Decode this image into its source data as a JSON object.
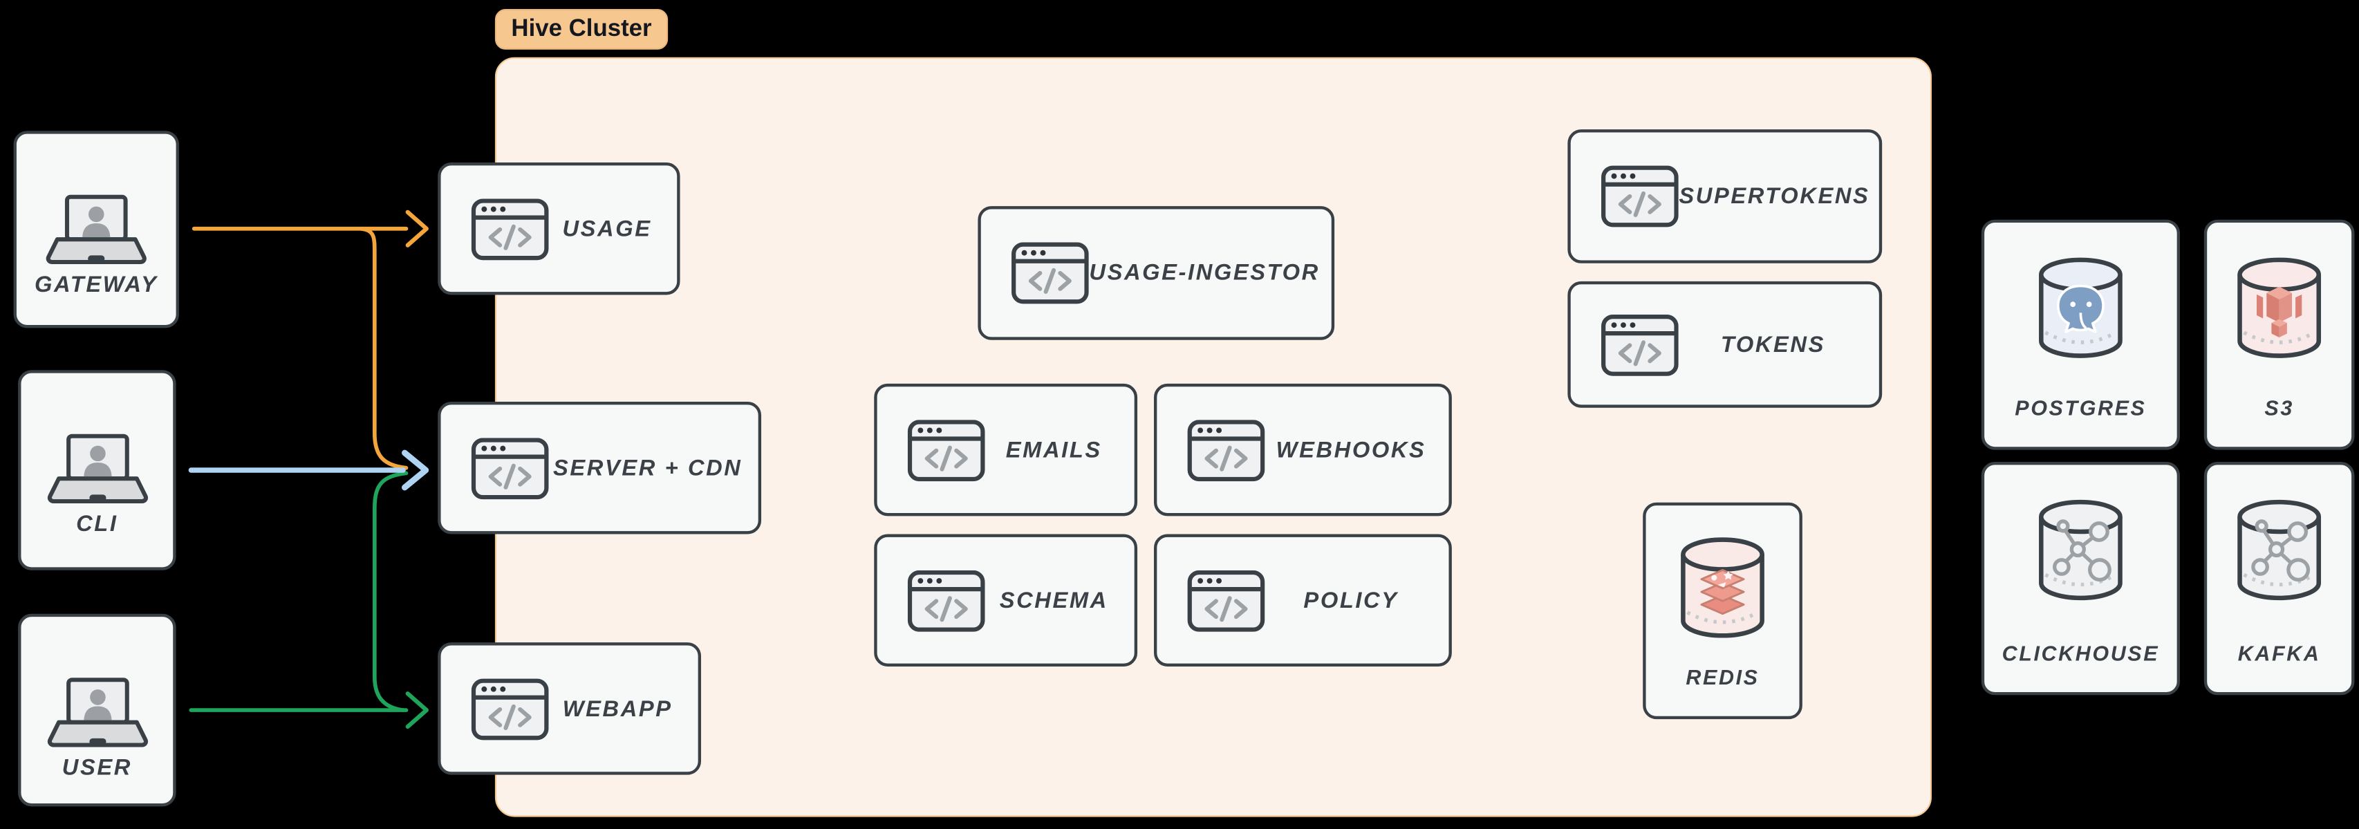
{
  "cluster": {
    "title": "Hive Cluster",
    "services": {
      "usage": "USAGE",
      "server_cdn": "SERVER + CDN",
      "webapp": "WEBAPP",
      "usage_ingestor": "USAGE-INGESTOR",
      "emails": "EMAILS",
      "webhooks": "WEBHOOKS",
      "schema": "SCHEMA",
      "policy": "POLICY",
      "supertokens": "SUPERTOKENS",
      "tokens": "TOKENS",
      "redis": "REDIS"
    }
  },
  "clients": [
    {
      "label": "GATEWAY",
      "icon": "laptop-user-icon"
    },
    {
      "label": "CLI",
      "icon": "laptop-user-icon"
    },
    {
      "label": "USER",
      "icon": "laptop-user-icon"
    }
  ],
  "datastores": {
    "postgres": "POSTGRES",
    "s3": "S3",
    "clickhouse": "CLICKHOUSE",
    "kafka": "KAFKA"
  },
  "icons": {
    "service": "code-window-icon",
    "postgres": "postgres-database-cylinder-icon",
    "s3": "s3-storage-cylinder-icon",
    "redis": "redis-cache-cylinder-icon",
    "clickhouse": "data-graph-cylinder-icon",
    "kafka": "data-graph-cylinder-icon"
  },
  "edges": [
    {
      "from": "GATEWAY",
      "to": "USAGE",
      "color": "#F5A63B"
    },
    {
      "from": "GATEWAY",
      "to": "SERVER + CDN",
      "color": "#F5A63B"
    },
    {
      "from": "CLI",
      "to": "SERVER + CDN",
      "color": "#AED3F3"
    },
    {
      "from": "USER",
      "to": "SERVER + CDN",
      "color": "#1FA45C"
    },
    {
      "from": "USER",
      "to": "WEBAPP",
      "color": "#1FA45C"
    }
  ],
  "colors": {
    "background": "#000000",
    "cluster_fill": "#FDF2E9",
    "cluster_border": "#F4C893",
    "cluster_label_fill": "#F6C88F",
    "card_fill": "#F7F9F9",
    "card_border": "#394046",
    "label_text": "#3B4147",
    "arrow_gateway": "#F5A63B",
    "arrow_cli": "#AED3F3",
    "arrow_user": "#1FA45C"
  }
}
